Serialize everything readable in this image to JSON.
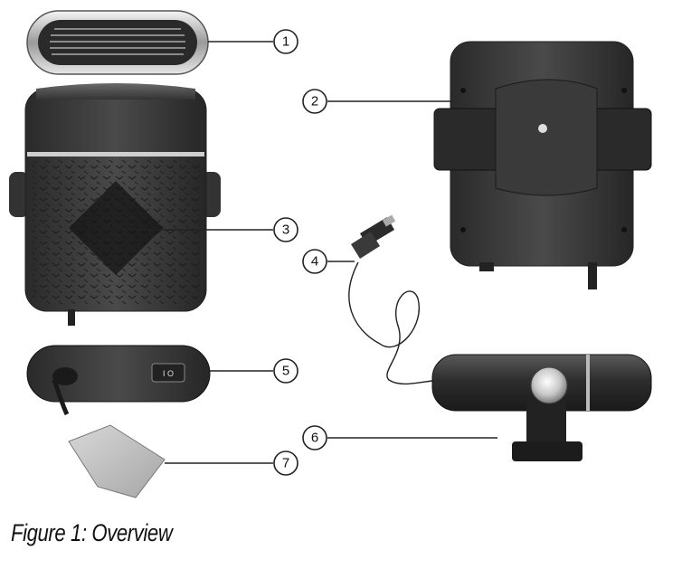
{
  "figure": {
    "caption": "Figure 1: Overview",
    "callouts": [
      {
        "number": "1",
        "part": "front-grille"
      },
      {
        "number": "2",
        "part": "rear-mounting-bracket"
      },
      {
        "number": "3",
        "part": "heater-fan-body"
      },
      {
        "number": "4",
        "part": "cigarette-lighter-plug"
      },
      {
        "number": "5",
        "part": "base-with-power-switch"
      },
      {
        "number": "6",
        "part": "swivel-stand-heater"
      },
      {
        "number": "7",
        "part": "adhesive-pad"
      }
    ],
    "switch_label": "I O"
  }
}
